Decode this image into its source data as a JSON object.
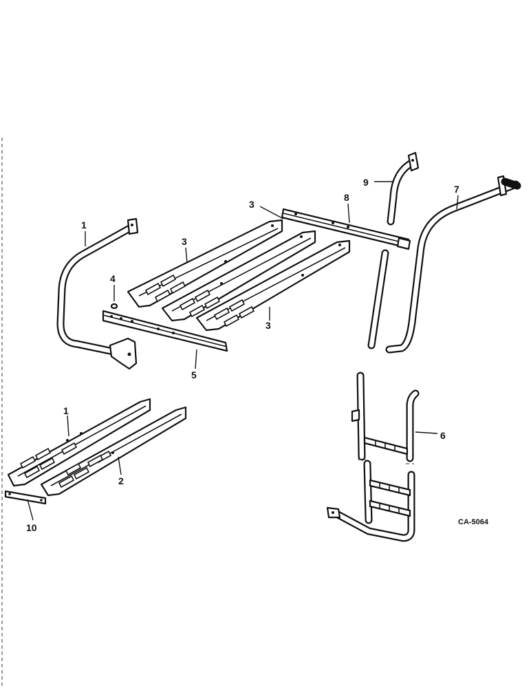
{
  "diagram": {
    "drawing_code": "CA-5064",
    "callouts": [
      {
        "id": "c1a",
        "label": "1"
      },
      {
        "id": "c1b",
        "label": "1"
      },
      {
        "id": "c2",
        "label": "2"
      },
      {
        "id": "c3a",
        "label": "3"
      },
      {
        "id": "c3b",
        "label": "3"
      },
      {
        "id": "c3c",
        "label": "3"
      },
      {
        "id": "c4",
        "label": "4"
      },
      {
        "id": "c5",
        "label": "5"
      },
      {
        "id": "c6",
        "label": "6"
      },
      {
        "id": "c7",
        "label": "7"
      },
      {
        "id": "c8",
        "label": "8"
      },
      {
        "id": "c9",
        "label": "9"
      },
      {
        "id": "c10",
        "label": "10"
      }
    ]
  }
}
